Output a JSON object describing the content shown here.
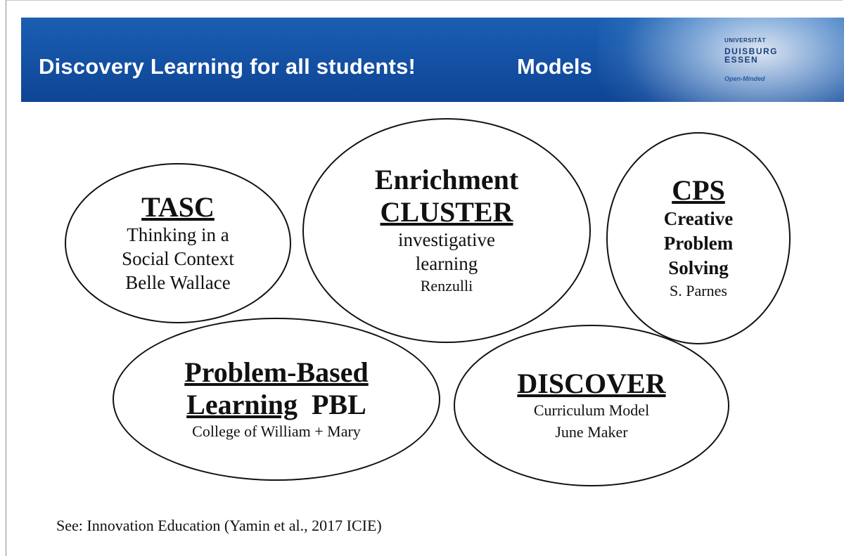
{
  "header": {
    "title": "Discovery Learning for all students!",
    "subtitle": "Models",
    "logo": {
      "top": "UNIVERSITÄT",
      "name": "DUISBURG ESSEN",
      "tagline": "Open-Minded"
    }
  },
  "models": {
    "tasc": {
      "title": "TASC",
      "line1": "Thinking in a",
      "line2": "Social Context",
      "author": "Belle Wallace"
    },
    "enrichment": {
      "line1": "Enrichment",
      "title": "CLUSTER",
      "line2": "investigative",
      "line3": "learning",
      "author": "Renzulli"
    },
    "cps": {
      "title": "CPS",
      "line1": "Creative",
      "line2": "Problem",
      "line3": "Solving",
      "author": "S. Parnes"
    },
    "pbl": {
      "title1": "Problem-Based",
      "title2": "Learning",
      "abbr": "PBL",
      "author": "College of William + Mary"
    },
    "discover": {
      "title": "DISCOVER",
      "line1": "Curriculum Model",
      "author": "June Maker"
    }
  },
  "footnote": "See: Innovation Education (Yamin et al., 2017 ICIE)"
}
